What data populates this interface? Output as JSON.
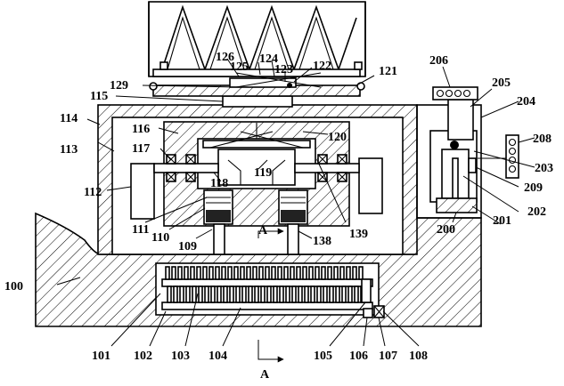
{
  "labels": {
    "n100": "100",
    "n101": "101",
    "n102": "102",
    "n103": "103",
    "n104": "104",
    "n105": "105",
    "n106": "106",
    "n107": "107",
    "n108": "108",
    "n109": "109",
    "n110": "110",
    "n111": "111",
    "n112": "112",
    "n113": "113",
    "n114": "114",
    "n115": "115",
    "n116": "116",
    "n117": "117",
    "n118": "118",
    "n119": "119",
    "n120": "120",
    "n121": "121",
    "n122": "122",
    "n123": "123",
    "n124": "124",
    "n125": "125",
    "n126": "126",
    "n129": "129",
    "n138": "138",
    "n139": "139",
    "n200": "200",
    "n201": "201",
    "n202": "202",
    "n203": "203",
    "n204": "204",
    "n205": "205",
    "n206": "206",
    "n208": "208",
    "n209": "209",
    "section_top": "A",
    "section_bottom": "A"
  }
}
